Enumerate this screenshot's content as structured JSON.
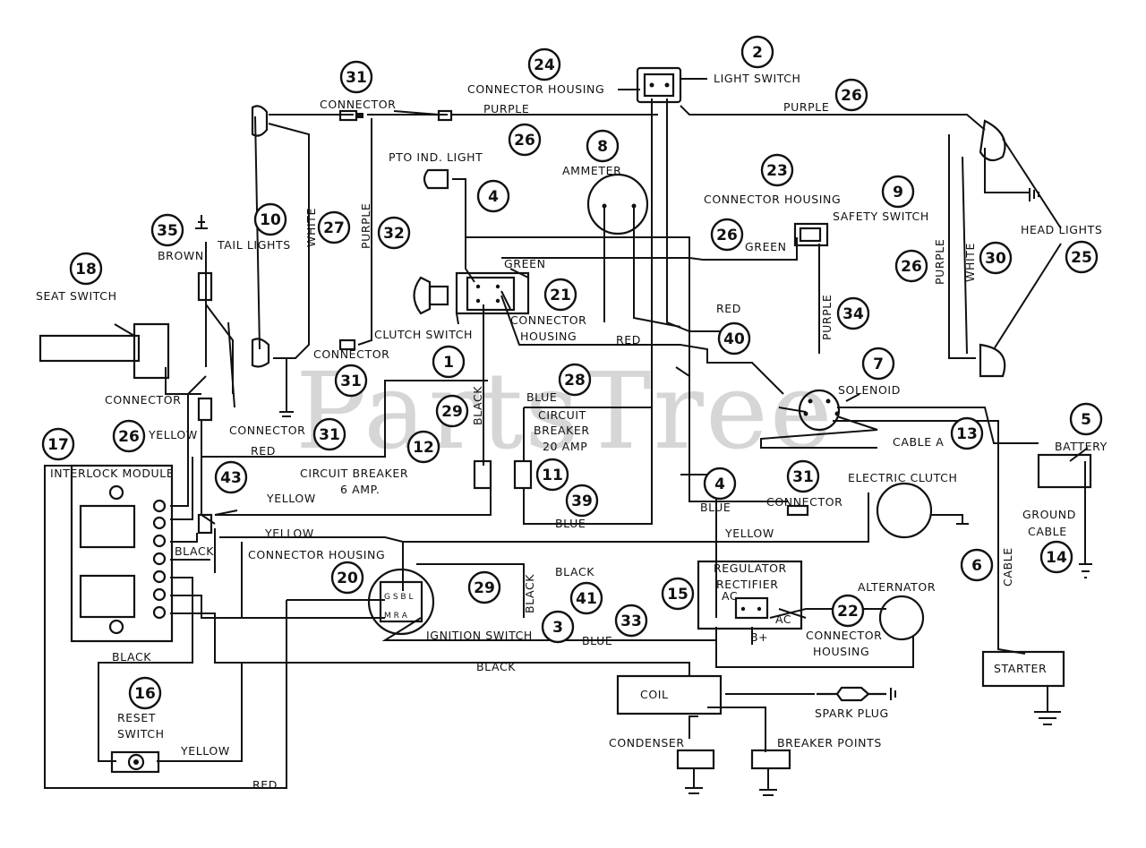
{
  "watermark": "PartsTree",
  "callouts": [
    {
      "id": "c31a",
      "num": "31"
    },
    {
      "id": "c24",
      "num": "24"
    },
    {
      "id": "c2",
      "num": "2"
    },
    {
      "id": "c26a",
      "num": "26"
    },
    {
      "id": "c26b",
      "num": "26"
    },
    {
      "id": "c8",
      "num": "8"
    },
    {
      "id": "c23",
      "num": "23"
    },
    {
      "id": "c4a",
      "num": "4"
    },
    {
      "id": "c9",
      "num": "9"
    },
    {
      "id": "c35",
      "num": "35"
    },
    {
      "id": "c10",
      "num": "10"
    },
    {
      "id": "c27",
      "num": "27"
    },
    {
      "id": "c32",
      "num": "32"
    },
    {
      "id": "c26c",
      "num": "26"
    },
    {
      "id": "c26d",
      "num": "26"
    },
    {
      "id": "c30",
      "num": "30"
    },
    {
      "id": "c25",
      "num": "25"
    },
    {
      "id": "c18",
      "num": "18"
    },
    {
      "id": "c21",
      "num": "21"
    },
    {
      "id": "c34",
      "num": "34"
    },
    {
      "id": "c40",
      "num": "40"
    },
    {
      "id": "c1",
      "num": "1"
    },
    {
      "id": "c31b",
      "num": "31"
    },
    {
      "id": "c7",
      "num": "7"
    },
    {
      "id": "c28",
      "num": "28"
    },
    {
      "id": "c29a",
      "num": "29"
    },
    {
      "id": "c26e",
      "num": "26"
    },
    {
      "id": "c31c",
      "num": "31"
    },
    {
      "id": "c5",
      "num": "5"
    },
    {
      "id": "c13",
      "num": "13"
    },
    {
      "id": "c17",
      "num": "17"
    },
    {
      "id": "c12",
      "num": "12"
    },
    {
      "id": "c11",
      "num": "11"
    },
    {
      "id": "c43",
      "num": "43"
    },
    {
      "id": "c4b",
      "num": "4"
    },
    {
      "id": "c31d",
      "num": "31"
    },
    {
      "id": "c39",
      "num": "39"
    },
    {
      "id": "c6",
      "num": "6"
    },
    {
      "id": "c14",
      "num": "14"
    },
    {
      "id": "c20",
      "num": "20"
    },
    {
      "id": "c29b",
      "num": "29"
    },
    {
      "id": "c41",
      "num": "41"
    },
    {
      "id": "c15",
      "num": "15"
    },
    {
      "id": "c22",
      "num": "22"
    },
    {
      "id": "c3",
      "num": "3"
    },
    {
      "id": "c33",
      "num": "33"
    },
    {
      "id": "c16",
      "num": "16"
    }
  ],
  "labels": {
    "connector_top": "CONNECTOR",
    "connector_housing_top": "CONNECTOR HOUSING",
    "light_switch": "LIGHT SWITCH",
    "purple_top_left": "PURPLE",
    "purple_top_right": "PURPLE",
    "pto_light": "PTO IND. LIGHT",
    "ammeter": "AMMETER",
    "connector_housing_23": "CONNECTOR HOUSING",
    "safety_switch": "SAFETY SWITCH",
    "green_right": "GREEN",
    "head_lights": "HEAD LIGHTS",
    "brown": "BROWN",
    "tail_lights": "TAIL LIGHTS",
    "white_left": "WHITE",
    "purple_left": "PURPLE",
    "purple_right": "PURPLE",
    "white_right": "WHITE",
    "green_mid": "GREEN",
    "seat_switch": "SEAT SWITCH",
    "connector_housing_21a": "CONNECTOR",
    "connector_housing_21b": "HOUSING",
    "purple_34": "PURPLE",
    "red_40": "RED",
    "clutch_switch": "CLUTCH SWITCH",
    "red_mid": "RED",
    "connector_31b": "CONNECTOR",
    "solenoid": "SOLENOID",
    "connector_left": "CONNECTOR",
    "blue_28": "BLUE",
    "black_29": "BLACK",
    "circuit_breaker_a": "CIRCUIT",
    "circuit_breaker_b": "BREAKER",
    "circuit_breaker_c": "20 AMP",
    "yellow_26": "YELLOW",
    "connector_31c": "CONNECTOR",
    "cable_a": "CABLE A",
    "battery": "BATTERY",
    "red_left": "RED",
    "interlock": "INTERLOCK MODULE",
    "cb6_a": "CIRCUIT BREAKER",
    "cb6_b": "6 AMP.",
    "electric_clutch": "ELECTRIC CLUTCH",
    "yellow_43": "YELLOW",
    "blue_4": "BLUE",
    "connector_31d": "CONNECTOR",
    "ground_a": "GROUND",
    "ground_b": "CABLE",
    "blue_39": "BLUE",
    "yellow_mid": "YELLOW",
    "yellow_right": "YELLOW",
    "black_left": "BLACK",
    "connector_housing_20": "CONNECTOR HOUSING",
    "cable_6": "CABLE",
    "black_41": "BLACK",
    "regulator_a": "REGULATOR",
    "regulator_b": "RECTIFIER",
    "ac_left": "AC",
    "ac_right": "AC",
    "b_plus": "B+",
    "alternator": "ALTERNATOR",
    "black_29b": "BLACK",
    "ign_sw_codes_top": "G  S  B  L",
    "ign_sw_codes_bot": "M  R  A",
    "ignition_switch": "IGNITION SWITCH",
    "blue_33": "BLUE",
    "connector_housing_22a": "CONNECTOR",
    "connector_housing_22b": "HOUSING",
    "starter": "STARTER",
    "black_bottom": "BLACK",
    "black_module": "BLACK",
    "coil": "COIL",
    "reset_a": "RESET",
    "reset_b": "SWITCH",
    "spark_plug": "SPARK PLUG",
    "yellow_reset": "YELLOW",
    "condenser": "CONDENSER",
    "breaker_points": "BREAKER POINTS",
    "red_bottom": "RED"
  }
}
